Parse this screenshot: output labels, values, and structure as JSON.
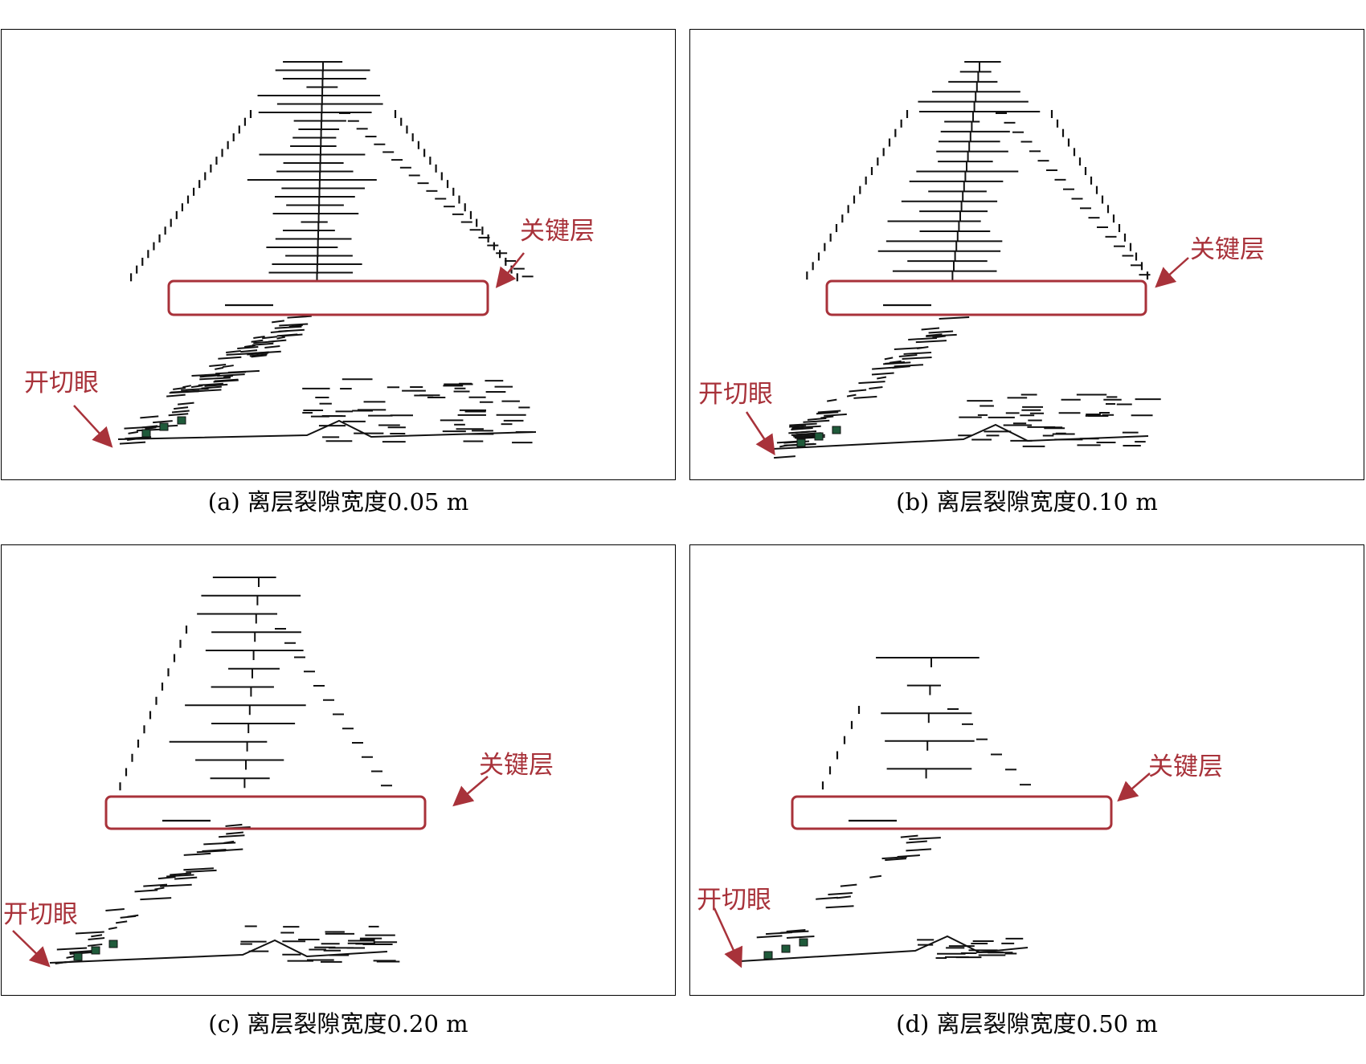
{
  "colors": {
    "annotation": "#a8323a",
    "crack": "#111111",
    "caved": "#1f5a3a"
  },
  "panels": {
    "a": {
      "caption": "(a) 离层裂隙宽度0.05 m",
      "key_layer_label": "关键层",
      "cut_label": "开切眼",
      "crack_density": 1.0
    },
    "b": {
      "caption": "(b) 离层裂隙宽度0.10 m",
      "key_layer_label": "关键层",
      "cut_label": "开切眼",
      "crack_density": 0.8
    },
    "c": {
      "caption": "(c) 离层裂隙宽度0.20 m",
      "key_layer_label": "关键层",
      "cut_label": "开切眼",
      "crack_density": 0.5
    },
    "d": {
      "caption": "(d) 离层裂隙宽度0.50 m",
      "key_layer_label": "关键层",
      "cut_label": "开切眼",
      "crack_density": 0.2
    }
  }
}
